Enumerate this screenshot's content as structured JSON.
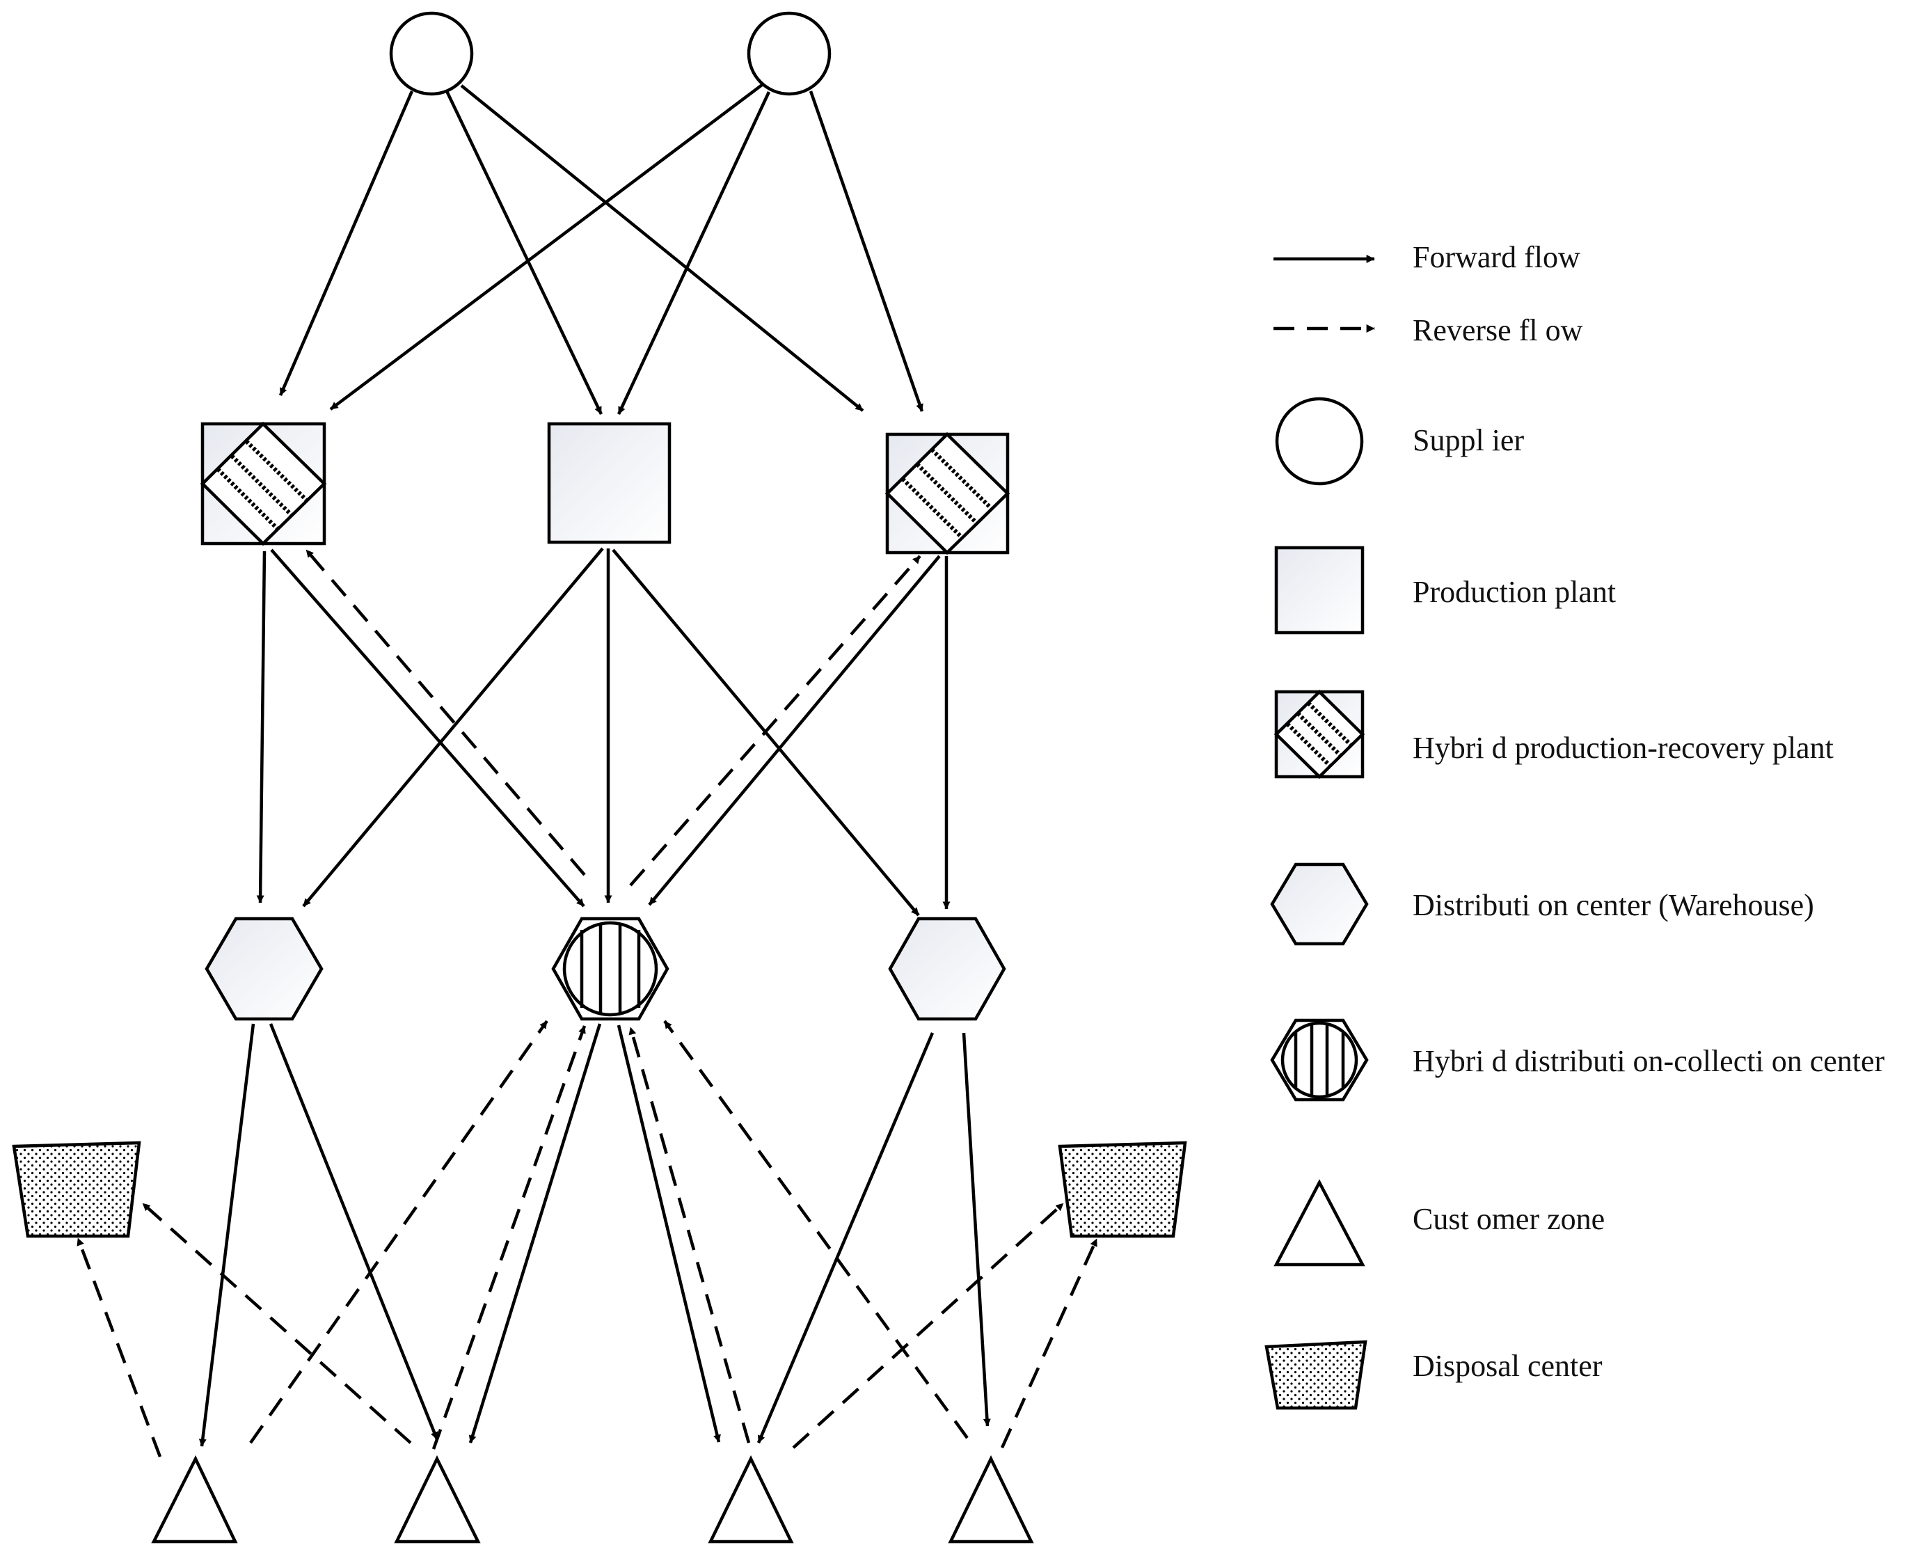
{
  "legend": {
    "forward_flow": "Forward flow",
    "reverse_flow": "Reverse fl ow",
    "supplier": "Suppl ier",
    "production_plant": "Production plant",
    "hybrid_plant": "Hybri d production-recovery plant",
    "distribution_center": "Distributi on center (Warehouse)",
    "hybrid_center": "Hybri d distributi on-collecti on center",
    "customer_zone": "Cust omer zone",
    "disposal_center": "Disposal center"
  },
  "colors": {
    "stroke": "#000000",
    "node_fill": "#f2f4f8",
    "background": "#ffffff"
  }
}
